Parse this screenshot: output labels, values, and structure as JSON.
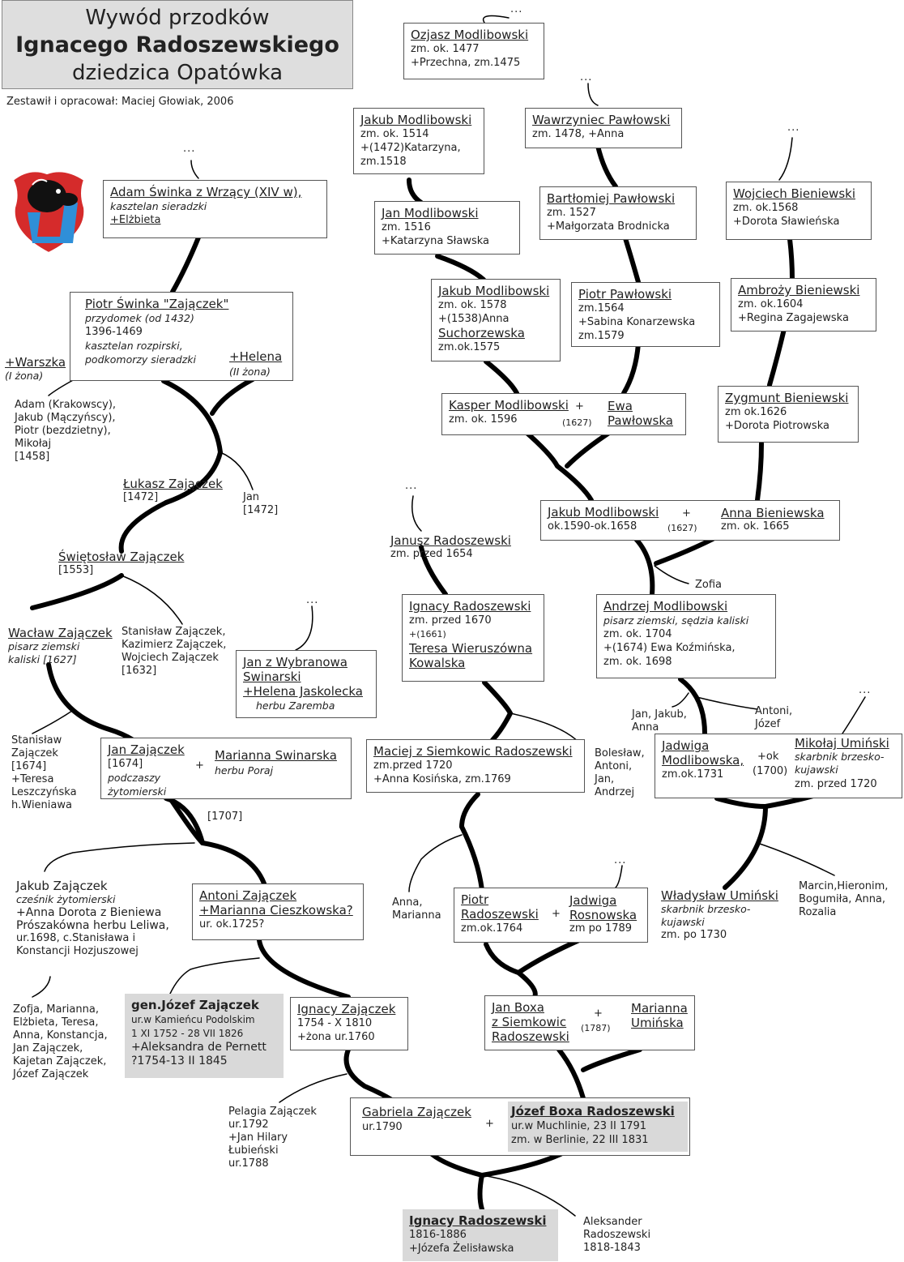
{
  "header": {
    "title_1": "Wywód przodków",
    "title_2": "Ignacego Radoszewskiego",
    "title_3": "dziedzica Opatówka",
    "credits": "Zestawił i opracował: Maciej Głowiak, 2006"
  },
  "ellipsis": "...",
  "colors": {
    "coat_red": "#d52b2b",
    "coat_blue": "#2f8fd8",
    "gray_box": "#d9d9d9",
    "line": "#000000"
  },
  "people": {
    "ozjasz": {
      "l1": "Ozjasz Modlibowski",
      "l2": "zm. ok. 1477",
      "l3": "+Przechna, zm.1475"
    },
    "jakub1": {
      "l1": "Jakub Modlibowski",
      "l2": "zm. ok. 1514",
      "l3": "+(1472)Katarzyna,",
      "l4": "zm.1518"
    },
    "wawrzyniec": {
      "l1": "Wawrzyniec Pawłowski",
      "l2": "zm. 1478, +Anna"
    },
    "jan_mod": {
      "l1": "Jan Modlibowski",
      "l2": "zm. 1516",
      "l3": "+Katarzyna Sławska"
    },
    "bartlomiej": {
      "l1": "Bartłomiej Pawłowski",
      "l2": "zm. 1527",
      "l3": "+Małgorzata Brodnicka"
    },
    "wojciech": {
      "l1": "Wojciech Bieniewski",
      "l2": "zm. ok.1568",
      "l3": "+Dorota Sławieńska"
    },
    "adam": {
      "l1": "Adam Świnka z Wrzący (XIV w),",
      "l2": "kasztelan sieradzki",
      "l3": "+Elżbieta"
    },
    "piotr_sw": {
      "l1": "Piotr Świnka \"Zajączek\"",
      "l2": "przydomek (od 1432)",
      "l3": "1396-1469",
      "l4": "kasztelan rozpirski,",
      "l5": "podkomorzy sieradzki",
      "helena": "+Helena",
      "helena2": "(II żona)"
    },
    "warszka": {
      "l1": "+Warszka",
      "l2": "(I żona)"
    },
    "piotr_sw_kids": {
      "l1": "Adam (Krakowscy),",
      "l2": "Jakub (Mączyńscy),",
      "l3": "Piotr (bezdzietny),",
      "l4": "Mikołaj",
      "l5": "[1458]"
    },
    "jakub2": {
      "l1": "Jakub Modlibowski",
      "l2": "zm. ok. 1578",
      "l3": "+(1538)Anna",
      "l4": "Suchorzewska",
      "l5": "zm.ok.1575"
    },
    "piotr_paw": {
      "l1": "Piotr Pawłowski",
      "l2": "zm.1564",
      "l3": "+Sabina Konarzewska",
      "l4": "zm.1579"
    },
    "ambrozy": {
      "l1": "Ambroży Bieniewski",
      "l2": "zm. ok.1604",
      "l3": "+Regina Zagajewska"
    },
    "kasper": {
      "l1": "Kasper Modlibowski",
      "l2": "zm. ok. 1596",
      "plus": "+",
      "yr": "(1627)",
      "w1": "Ewa",
      "w2": "Pawłowska"
    },
    "zygmunt": {
      "l1": "Zygmunt Bieniewski",
      "l2": "zm ok.1626",
      "l3": "+Dorota Piotrowska"
    },
    "lukasz": {
      "l1": "Łukasz Zajączek",
      "l2": "[1472]"
    },
    "jan_1472": {
      "l1": "Jan",
      "l2": "[1472]"
    },
    "jakub3": {
      "l1": "Jakub Modlibowski",
      "l2": "ok.1590-ok.1658",
      "plus": "+",
      "yr": "(1627)",
      "w1": "Anna Bieniewska",
      "w2": "zm. ok. 1665"
    },
    "janusz": {
      "l1": "Janusz Radoszewski",
      "l2": "zm. przed 1654"
    },
    "swietoslaw": {
      "l1": "Świętosław Zajączek",
      "l2": "[1553]"
    },
    "zofia": {
      "l1": "Zofia"
    },
    "ignacy_r1": {
      "l1": "Ignacy Radoszewski",
      "l2": "zm. przed 1670",
      "l3": "+(1661)",
      "l4": "Teresa Wieruszówna",
      "l5": "Kowalska"
    },
    "andrzej": {
      "l1": "Andrzej Modlibowski",
      "l2": "pisarz ziemski, sędzia kaliski",
      "l3": "zm. ok. 1704",
      "l4": "+(1674) Ewa Koźmińska,",
      "l5": "zm. ok. 1698"
    },
    "waclaw": {
      "l1": "Wacław Zajączek",
      "l2": "pisarz ziemski",
      "l3": "kaliski [1627]"
    },
    "stanislaw_bros": {
      "l1": "Stanisław Zajączek,",
      "l2": "Kazimierz Zajączek,",
      "l3": "Wojciech Zajączek",
      "l4": "[1632]"
    },
    "jan_wybr": {
      "l1": "Jan z Wybranowa",
      "l2": "Swinarski",
      "l3": "+Helena Jaskolecka",
      "l4": "herbu Zaremba"
    },
    "jan_jakub_anna": {
      "l1": "Jan, Jakub,",
      "l2": "Anna"
    },
    "antoni_jozef": {
      "l1": "Antoni,",
      "l2": "Józef"
    },
    "stanislaw_z": {
      "l1": "Stanisław",
      "l2": "Zajączek",
      "l3": "[1674]",
      "l4": "+Teresa",
      "l5": "Leszczyńska",
      "l6": "h.Wieniawa"
    },
    "jan_zaj": {
      "l1": "Jan Zajączek",
      "l2": "[1674]",
      "l3": "podczaszy",
      "l4": "żytomierski",
      "plus": "+",
      "w1": "Marianna Swinarska",
      "w2": "herbu Poraj"
    },
    "maciej": {
      "l1": "Maciej z Siemkowic Radoszewski",
      "l2": "zm.przed 1720",
      "l3": "+Anna Kosińska, zm.1769"
    },
    "boleslaw": {
      "l1": "Bolesław,",
      "l2": "Antoni,",
      "l3": "Jan,",
      "l4": "Andrzej"
    },
    "jadwiga_m": {
      "l1": "Jadwiga",
      "l2": "Modlibowska,",
      "l3": "zm.ok.1731",
      "plus": "+ok",
      "yr": "(1700)",
      "h1": "Mikołaj Umiński",
      "h2": "skarbnik brzesko-",
      "h3": "kujawski",
      "h4": "zm. przed 1720"
    },
    "yr_1707": "[1707]",
    "jakub_zaj": {
      "l1": "Jakub Zajączek",
      "l2": "cześnik żytomierski",
      "l3": "+Anna Dorota z Bieniewa",
      "l4": "Prószakówna herbu Leliwa,",
      "l5": "ur.1698, c.Stanisława i",
      "l6": "Konstancji Hozjuszowej"
    },
    "antoni_zaj": {
      "l1": "Antoni Zajączek",
      "l2": "+Marianna Cieszkowska?",
      "l3": "ur. ok.1725?"
    },
    "anna_marianna": {
      "l1": "Anna,",
      "l2": "Marianna"
    },
    "piotr_rad": {
      "l1": "Piotr",
      "l2": "Radoszewski",
      "l3": "zm.ok.1764",
      "plus": "+",
      "w1": "Jadwiga",
      "w2": "Rosnowska",
      "w3": "zm po 1789"
    },
    "wladyslaw": {
      "l1": "Władysław Umiński",
      "l2": "skarbnik brzesko-",
      "l3": "kujawski",
      "l4": "zm. po 1730"
    },
    "marcin": {
      "l1": "Marcin,Hieronim,",
      "l2": "Bogumiła, Anna,",
      "l3": "Rozalia"
    },
    "zofja_kids": {
      "l1": "Zofja, Marianna,",
      "l2": "Elżbieta, Teresa,",
      "l3": "Anna, Konstancja,",
      "l4": "Jan Zajączek,",
      "l5": "Kajetan Zajączek,",
      "l6": "Józef Zajączek"
    },
    "gen_jozef": {
      "l1": "gen.Józef Zajączek",
      "l2": "ur.w Kamieńcu Podolskim",
      "l3": "1 XI 1752 - 28 VII 1826",
      "l4": "+Aleksandra de Pernett",
      "l5": "?1754-13 II 1845"
    },
    "ignacy_zaj": {
      "l1": "Ignacy Zajączek",
      "l2": "1754 - X 1810",
      "l3": "+żona ur.1760"
    },
    "jan_boxa": {
      "l1": "Jan Boxa",
      "l2": "z Siemkowic",
      "l3": "Radoszewski",
      "plus": "+",
      "yr": "(1787)",
      "w1": "Marianna",
      "w2": "Umińska"
    },
    "pelagia": {
      "l1": "Pelagia Zajączek",
      "l2": "ur.1792",
      "l3": "+Jan Hilary",
      "l4": "Łubieński",
      "l5": "ur.1788"
    },
    "gabriela": {
      "l1": "Gabriela Zajączek",
      "l2": "ur.1790",
      "plus": "+",
      "h1": "Józef Boxa Radoszewski",
      "h2": "ur.w Muchlinie, 23 II 1791",
      "h3": "zm. w Berlinie, 22 III 1831"
    },
    "ignacy_final": {
      "l1": "Ignacy Radoszewski",
      "l2": "1816-1886",
      "l3": "+Józefa Żelisławska"
    },
    "aleksander": {
      "l1": "Aleksander",
      "l2": "Radoszewski",
      "l3": "1818-1843"
    }
  }
}
